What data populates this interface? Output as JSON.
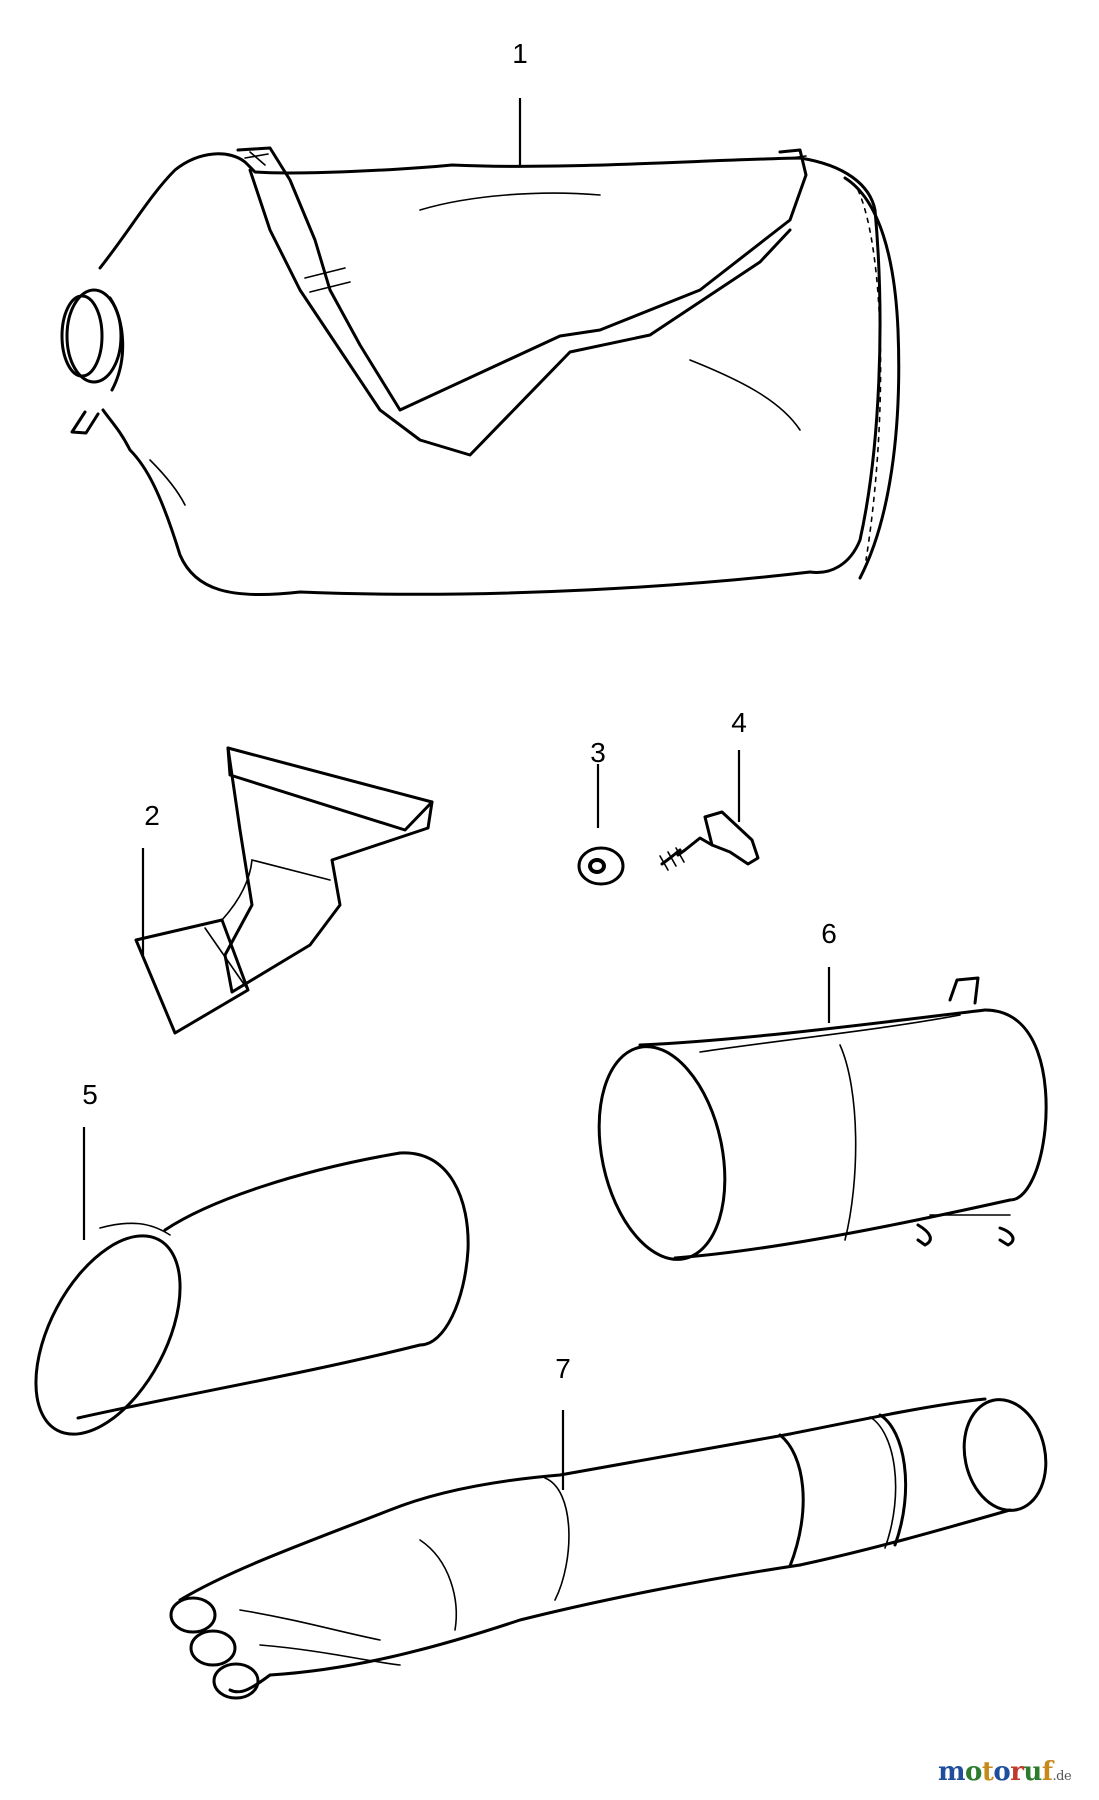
{
  "parts": [
    {
      "number": "1"
    },
    {
      "number": "2"
    },
    {
      "number": "3"
    },
    {
      "number": "4"
    },
    {
      "number": "5"
    },
    {
      "number": "6"
    },
    {
      "number": "7"
    }
  ],
  "watermark": {
    "letters": [
      {
        "ch": "m",
        "color": "#1f4e9c"
      },
      {
        "ch": "o",
        "color": "#2d7c2d"
      },
      {
        "ch": "t",
        "color": "#c58a1a"
      },
      {
        "ch": "o",
        "color": "#1f4e9c"
      },
      {
        "ch": "r",
        "color": "#c0392b"
      },
      {
        "ch": "u",
        "color": "#2d7c2d"
      },
      {
        "ch": "f",
        "color": "#c58a1a"
      }
    ],
    "suffix": ".de"
  }
}
